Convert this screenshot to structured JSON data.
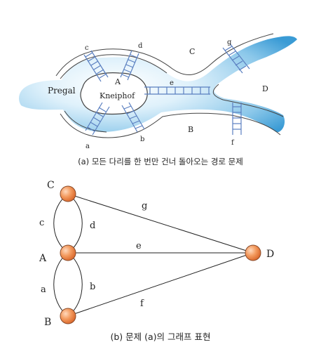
{
  "figure_a": {
    "caption": "(a) 모든 다리를 한 번만 건너 돌아오는 경로 문제",
    "river_labels": {
      "pregal": "Pregal",
      "kneiphof": "Kneiphof"
    },
    "land_labels": {
      "A": "A",
      "B": "B",
      "C": "C",
      "D": "D"
    },
    "bridge_labels": {
      "a": "a",
      "b": "b",
      "c": "c",
      "d": "d",
      "e": "e",
      "f": "f",
      "g": "g"
    }
  },
  "figure_b": {
    "caption": "(b) 문제 (a)의 그래프 표현",
    "nodes": {
      "C": "C",
      "A": "A",
      "B": "B",
      "D": "D"
    },
    "edges": {
      "a": "a",
      "b": "b",
      "c": "c",
      "d": "d",
      "e": "e",
      "f": "f",
      "g": "g"
    }
  },
  "colors": {
    "river_dark": "#3a9bd5",
    "river_light": "#dff1fb",
    "bridge": "#5a7fc0",
    "node_fill": "#f0894a",
    "node_stroke": "#8a4b2a",
    "edge": "#222222"
  }
}
